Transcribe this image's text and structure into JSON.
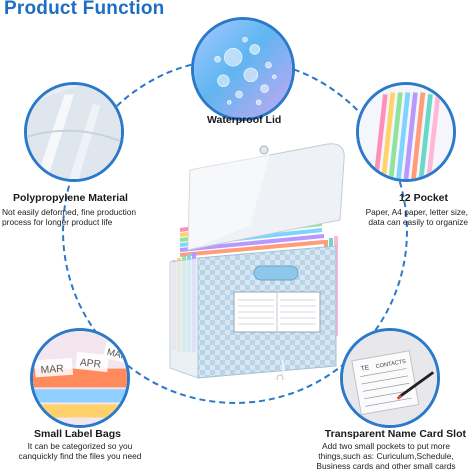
{
  "header": {
    "title": "Product Function"
  },
  "features": {
    "waterproof": {
      "title": "Waterproof Lid"
    },
    "material": {
      "title": "Polypropylene Material",
      "desc_lines": [
        "Not easily deformed, fine production",
        "process for longer product life"
      ]
    },
    "pocket": {
      "title": "12 Pocket",
      "desc_lines": [
        "Paper, A4 paper, letter size,",
        "data can easily to organize"
      ]
    },
    "labels": {
      "title": "Small Label Bags",
      "desc_lines": [
        "It can be categorized so you",
        "canquickly find the files you need"
      ],
      "tab_texts": [
        "MAR",
        "APR",
        "MAR"
      ]
    },
    "cardslot": {
      "title": "Transparent Name Card Slot",
      "desc_lines": [
        "Add two small pockets to put more",
        "things,such as: Curiculum,Schedule,",
        "Business cards and other small cards"
      ],
      "card_texts": [
        "TE",
        "CONTACTS"
      ]
    }
  },
  "colors": {
    "accent": "#2b79c9",
    "title": "#1e6fc4"
  }
}
